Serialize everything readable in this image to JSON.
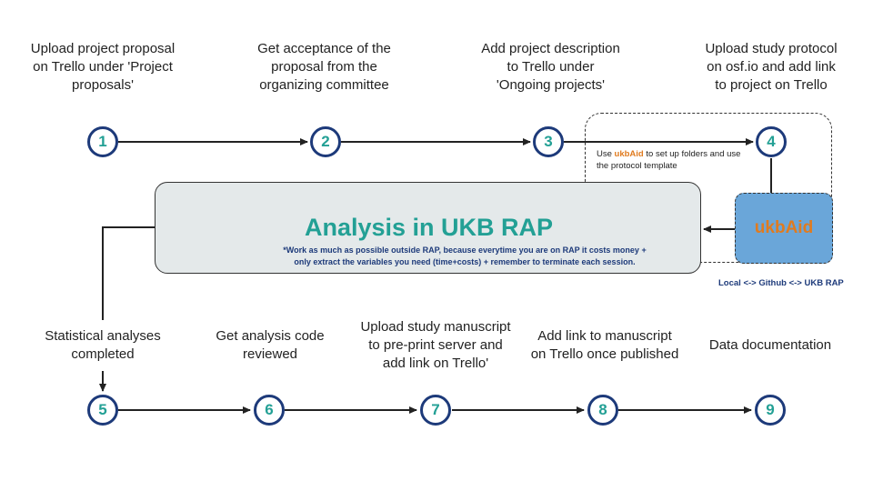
{
  "top_steps": [
    {
      "number": "1",
      "lines": [
        "Upload project proposal",
        "on Trello under 'Project",
        "proposals'"
      ]
    },
    {
      "number": "2",
      "lines": [
        "Get acceptance of the",
        "proposal from the",
        "organizing committee"
      ]
    },
    {
      "number": "3",
      "lines": [
        "Add project description",
        "to Trello under",
        "'Ongoing projects'"
      ]
    },
    {
      "number": "4",
      "lines": [
        "Upload study protocol",
        "on osf.io and add link",
        "to project on Trello"
      ]
    }
  ],
  "bottom_steps": [
    {
      "number": "5",
      "lines": [
        "Statistical analyses",
        "completed"
      ]
    },
    {
      "number": "6",
      "lines": [
        "Get analysis code",
        "reviewed"
      ]
    },
    {
      "number": "7",
      "lines": [
        "Upload study manuscript",
        "to pre-print server and",
        "add link on Trello'"
      ]
    },
    {
      "number": "8",
      "lines": [
        "Add link to manuscript",
        "on Trello once published"
      ]
    },
    {
      "number": "9",
      "lines": [
        "Data documentation"
      ]
    }
  ],
  "note": {
    "prefix": "Use ",
    "highlight": "ukbAid",
    "suffix": " to set up folders and use the protocol template"
  },
  "rap": {
    "title": "Analysis in UKB RAP",
    "note_line1": "*Work as much as possible outside RAP, because everytime you are on RAP it costs money +",
    "note_line2": "only extract the variables you need (time+costs) + remember to terminate each session."
  },
  "ukbaid_label": "ukbAid",
  "local_label": "Local <-> Github <-> UKB RAP",
  "colors": {
    "circle_border": "#1d3a7a",
    "step_number": "#23a095",
    "rap_title": "#23a095",
    "accent_orange": "#e07b1f",
    "ukbaid_fill": "#6aa6d9",
    "note_blue": "#1d3a7a"
  }
}
